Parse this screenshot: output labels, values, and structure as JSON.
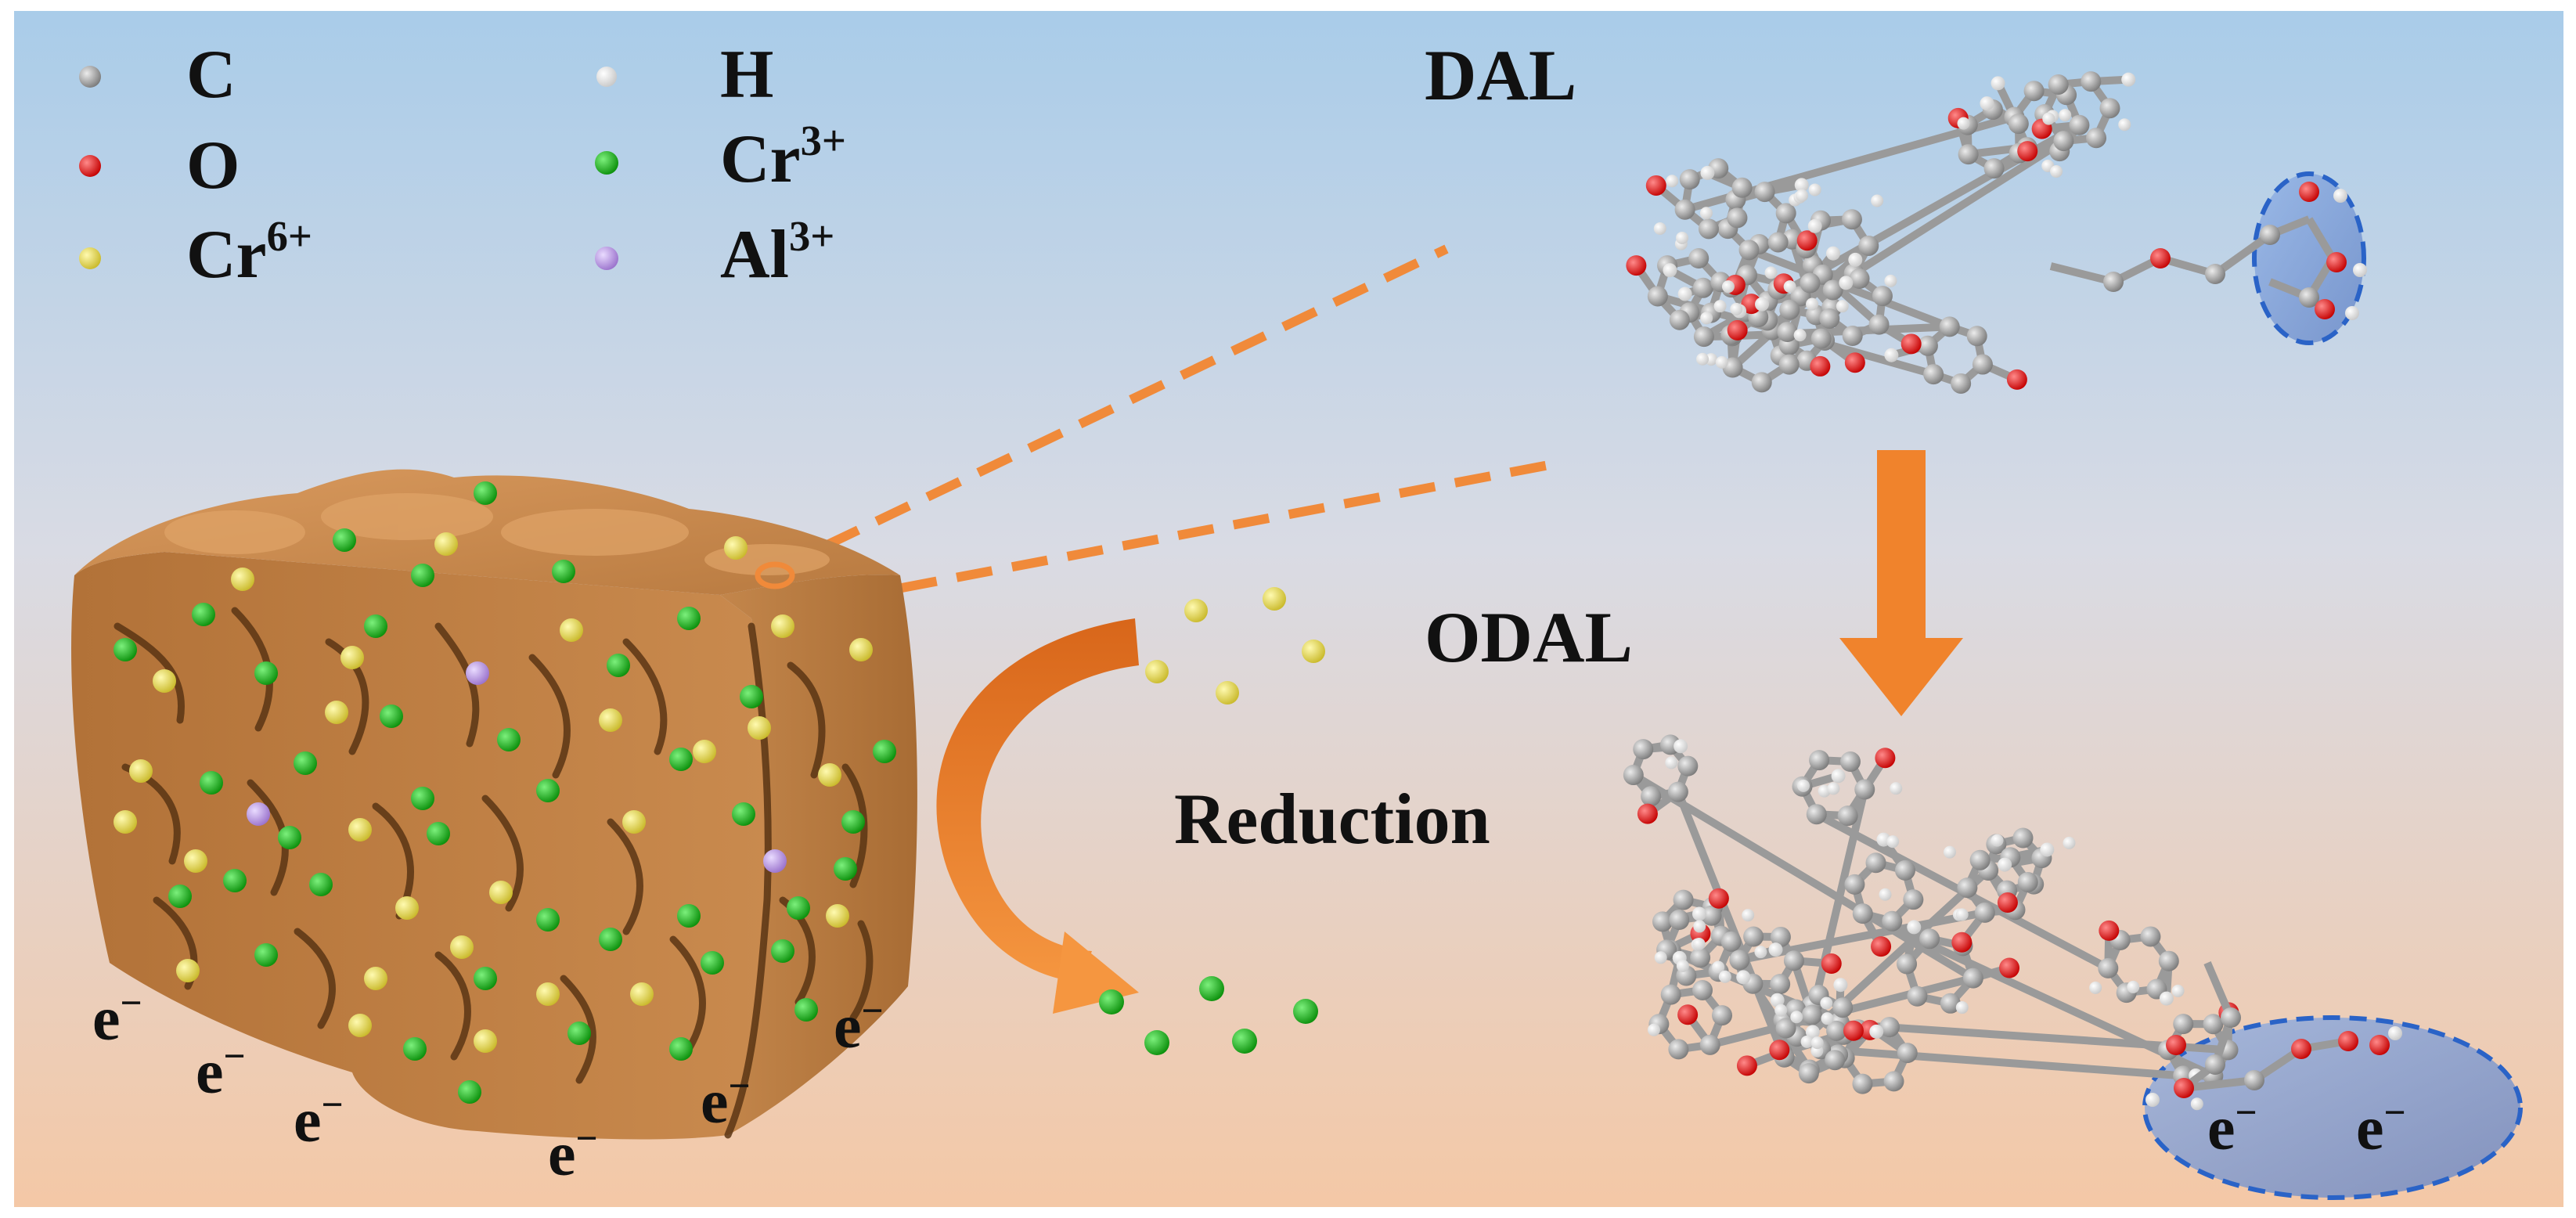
{
  "legend": {
    "items": [
      {
        "key": "C",
        "base": "C",
        "sup": "",
        "color": "#9a9a9a"
      },
      {
        "key": "H",
        "base": "H",
        "sup": "",
        "color": "#ffffff"
      },
      {
        "key": "O",
        "base": "O",
        "sup": "",
        "color": "#e51515"
      },
      {
        "key": "Cr3",
        "base": "Cr",
        "sup": "3+",
        "color": "#10b410"
      },
      {
        "key": "Cr6",
        "base": "Cr",
        "sup": "6+",
        "color": "#e8e04a"
      },
      {
        "key": "Al3",
        "base": "Al",
        "sup": "3+",
        "color": "#b58ee0"
      }
    ]
  },
  "labels": {
    "dal": "DAL",
    "odal": "ODAL",
    "reduction": "Reduction",
    "electron_base": "e",
    "electron_sup": "−"
  },
  "colors": {
    "background_top": "#a9cce9",
    "background_bottom": "#f4c8a6",
    "cube": "#c98a4e",
    "arrow": "#f0832c",
    "highlight_ellipse": "#6f92cf",
    "dashed_line": "#f08a3a"
  }
}
